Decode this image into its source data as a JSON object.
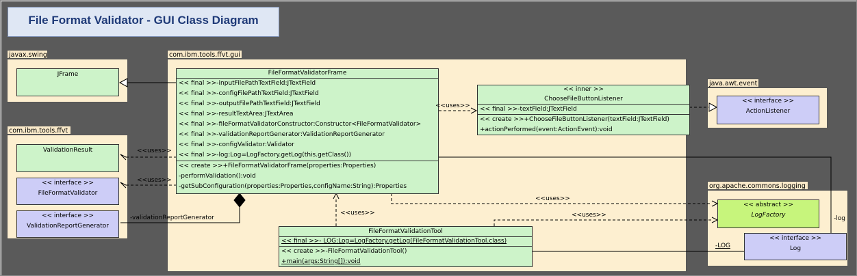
{
  "title": "File Format Validator - GUI Class Diagram",
  "packages": {
    "swing": "javax.swing",
    "gui": "com.ibm.tools.ffvt.gui",
    "ffvt": "com.ibm.tools.ffvt",
    "awt": "java.awt.event",
    "logging": "org.apache.commons.logging"
  },
  "jframe": {
    "name": "JFrame"
  },
  "validation_result": {
    "name": "ValidationResult"
  },
  "file_format_validator": {
    "stereotype": "<< interface >>",
    "name": "FileFormatValidator"
  },
  "validation_report_generator": {
    "stereotype": "<< interface >>",
    "name": "ValidationReportGenerator"
  },
  "frame_class": {
    "name": "FileFormatValidatorFrame",
    "attributes": [
      "<< final >>-inputFilePathTextField:JTextField",
      "<< final >>-configFilePathTextField:JTextField",
      "<< final >>-outputFilePathTextField:JTextField",
      "<< final >>-resultTextArea:JTextArea",
      "<< final >>-fileFormatValidatorConstructor:Constructor<FileFormatValidator>",
      "<< final >>-validationReportGenerator:ValidationReportGenerator",
      "<< final >>-configValidator:Validator",
      "<< final >>-log:Log=LogFactory.getLog(this.getClass())"
    ],
    "operations": [
      "<< create >>+FileFormatValidatorFrame(properties:Properties)",
      "-performValidation():void",
      "-getSubConfiguration(properties:Properties,configName:String):Properties"
    ]
  },
  "listener_class": {
    "stereotype": "<< inner >>",
    "name": "ChooseFileButtonListener",
    "attributes": [
      "<< final >>-textField:JTextField"
    ],
    "operations": [
      "<< create >>+ChooseFileButtonListener(textField:JTextField)",
      "+actionPerformed(event:ActionEvent):void"
    ]
  },
  "action_listener": {
    "stereotype": "<< interface >>",
    "name": "ActionListener"
  },
  "tool_class": {
    "name": "FileFormatValidationTool",
    "attributes": [
      "<< final >>- LOG:Log=LogFactory.getLog(FileFormatValidationTool.class)"
    ],
    "operations": [
      "<< create >>-FileFormatValidationTool()",
      "+main(args:String[]):void"
    ]
  },
  "log_factory": {
    "stereotype": "<< abstract >>",
    "name": "LogFactory"
  },
  "log_iface": {
    "stereotype": "<< interface >>",
    "name": "Log"
  },
  "labels": {
    "uses_listener": "<<uses>>",
    "uses_result": "<<uses>>",
    "uses_validator": "<<uses>>",
    "uses_tool": "<<uses>>",
    "uses_factory_frame": "<<uses>>",
    "uses_factory_tool": "<<uses>>",
    "role_generator": "-validationReportGenerator",
    "role_log": "-log",
    "role_LOG": "-LOG"
  }
}
